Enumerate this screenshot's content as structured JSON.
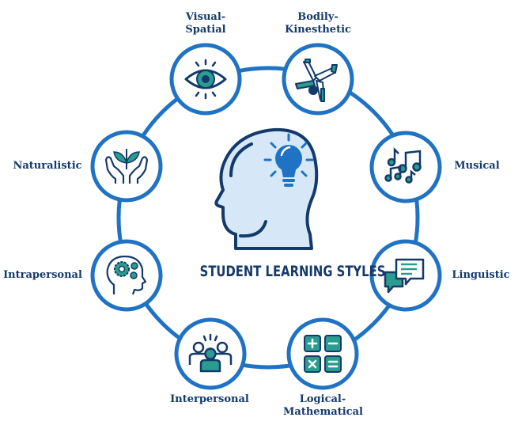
{
  "diagram": {
    "title": "STUDENT LEARNING STYLES",
    "colors": {
      "ring": "#1f72c4",
      "navy": "#143a6b",
      "teal": "#2a9d8f",
      "head_fill": "#d6e8f7",
      "bulb": "#1f72c4"
    },
    "central_icon": "head-with-lightbulb-icon",
    "nodes": [
      {
        "id": "visual-spatial",
        "line1": "Visual-",
        "line2": "Spatial",
        "icon": "eye-icon"
      },
      {
        "id": "bodily-kinesthetic",
        "line1": "Bodily-",
        "line2": "Kinesthetic",
        "icon": "cartwheel-person-icon"
      },
      {
        "id": "musical",
        "line1": "Musical",
        "line2": "",
        "icon": "music-notes-icon"
      },
      {
        "id": "linguistic",
        "line1": "Linguistic",
        "line2": "",
        "icon": "speech-bubbles-icon"
      },
      {
        "id": "logical-mathematical",
        "line1": "Logical-",
        "line2": "Mathematical",
        "icon": "calculator-symbols-icon"
      },
      {
        "id": "interpersonal",
        "line1": "Interpersonal",
        "line2": "",
        "icon": "group-people-icon"
      },
      {
        "id": "intrapersonal",
        "line1": "Intrapersonal",
        "line2": "",
        "icon": "head-gears-icon"
      },
      {
        "id": "naturalistic",
        "line1": "Naturalistic",
        "line2": "",
        "icon": "hands-plant-icon"
      }
    ]
  }
}
